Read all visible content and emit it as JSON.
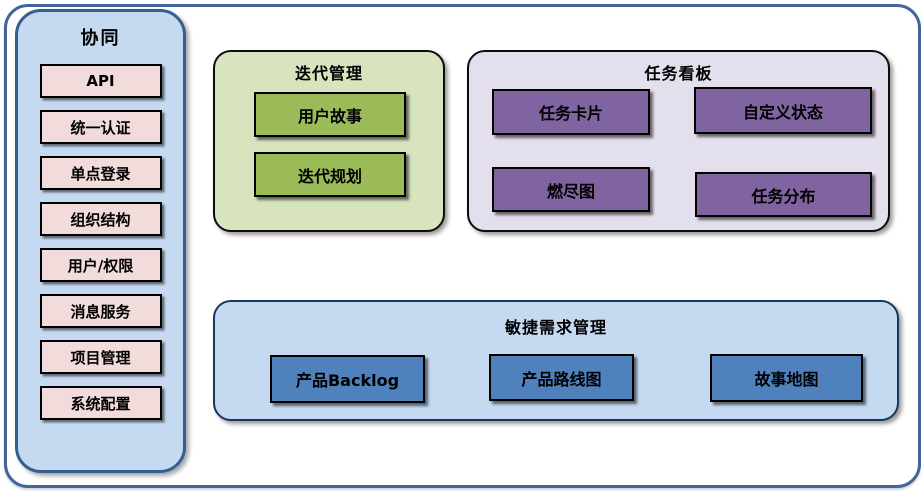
{
  "panels": {
    "collaboration": {
      "title": "协同",
      "items": [
        "API",
        "统一认证",
        "单点登录",
        "组织结构",
        "用户/权限",
        "消息服务",
        "项目管理",
        "系统配置"
      ]
    },
    "iteration": {
      "title": "迭代管理",
      "items": [
        "用户故事",
        "迭代规划"
      ]
    },
    "kanban": {
      "title": "任务看板",
      "items": [
        "任务卡片",
        "自定义状态",
        "燃尽图",
        "任务分布"
      ]
    },
    "agile": {
      "title": "敏捷需求管理",
      "items": [
        "产品Backlog",
        "产品路线图",
        "故事地图"
      ]
    }
  },
  "colors": {
    "frame-border": "#44659c",
    "collab-bg": "#c5d9f1",
    "collab-border": "#365f91",
    "collab-item-bg": "#f2dcdb",
    "iteration-bg": "#d7e4bd",
    "iteration-item-bg": "#9bbb59",
    "kanban-bg": "#e4dfec",
    "kanban-item-bg": "#8064a2",
    "agile-bg": "#c5d9f1",
    "agile-border": "#17375e",
    "agile-item-bg": "#4f81bd",
    "item-border": "#000000"
  }
}
